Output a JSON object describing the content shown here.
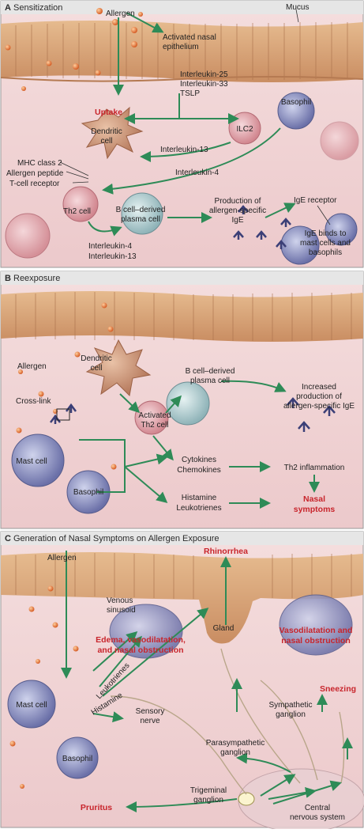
{
  "panel_a": {
    "letter": "A",
    "title": "Sensitization",
    "labels": {
      "allergen": "Allergen",
      "mucus": "Mucus",
      "epithelium": "Activated nasal",
      "epithelium2": "epithelium",
      "il25": "Interleukin-25",
      "il33": "Interleukin-33",
      "tslp": "TSLP",
      "uptake": "Uptake",
      "dendritic": "Dendritic",
      "dendritic2": "cell",
      "ilc2": "ILC2",
      "basophil": "Basophil",
      "il13": "Interleukin-13",
      "il4": "Interleukin-4",
      "mhc": "MHC class 2",
      "peptide": "Allergen peptide",
      "tcr": "T-cell receptor",
      "th2": "Th2 cell",
      "bcell": "B cell–derived",
      "bcell2": "plasma cell",
      "production": "Production of",
      "production2": "allergen-specific",
      "production3": "IgE",
      "ige_receptor": "IgE receptor",
      "ige_binds": "IgE binds to",
      "ige_binds2": "mast cells and",
      "ige_binds3": "basophils",
      "il4b": "Interleukin-4",
      "il13b": "Interleukin-13"
    }
  },
  "panel_b": {
    "letter": "B",
    "title": "Reexposure",
    "labels": {
      "dendritic": "Dendritic",
      "dendritic2": "cell",
      "allergen": "Allergen",
      "bcell": "B cell–derived",
      "bcell2": "plasma cell",
      "increased": "Increased",
      "increased2": "production of",
      "increased3": "allergen-specific IgE",
      "crosslink": "Cross-link",
      "activated": "Activated",
      "activated2": "Th2 cell",
      "mast": "Mast cell",
      "basophil": "Basophil",
      "cytokines": "Cytokines",
      "chemokines": "Chemokines",
      "th2_inflam": "Th2 inflammation",
      "histamine": "Histamine",
      "leukotrienes": "Leukotrienes",
      "nasal": "Nasal",
      "symptoms": "symptoms"
    }
  },
  "panel_c": {
    "letter": "C",
    "title": "Generation of Nasal Symptoms on Allergen Exposure",
    "labels": {
      "allergen": "Allergen",
      "rhinorrhea": "Rhinorrhea",
      "venous": "Venous",
      "sinusoid": "sinusoid",
      "gland": "Gland",
      "edema": "Edema, vasodilatation,",
      "edema2": "and nasal obstruction",
      "vaso": "Vasodilatation and",
      "vaso2": "nasal obstruction",
      "leukotrienes": "Leukotrienes",
      "histamine": "Histamine",
      "mast": "Mast cell",
      "sensory": "Sensory",
      "sensory2": "nerve",
      "sympathetic": "Sympathetic",
      "sympathetic2": "ganglion",
      "sneezing": "Sneezing",
      "parasym": "Parasympathetic",
      "parasym2": "ganglion",
      "basophil": "Basophil",
      "trigeminal": "Trigeminal",
      "trigeminal2": "ganglion",
      "pruritus": "Pruritus",
      "cns": "Central",
      "cns2": "nervous system"
    }
  },
  "colors": {
    "arrow": "#2e8b57",
    "red_text": "#c8252c",
    "tissue": "#f1d2d2",
    "epithelium": "#d9a87a",
    "header_bg": "#e6e6e6"
  }
}
